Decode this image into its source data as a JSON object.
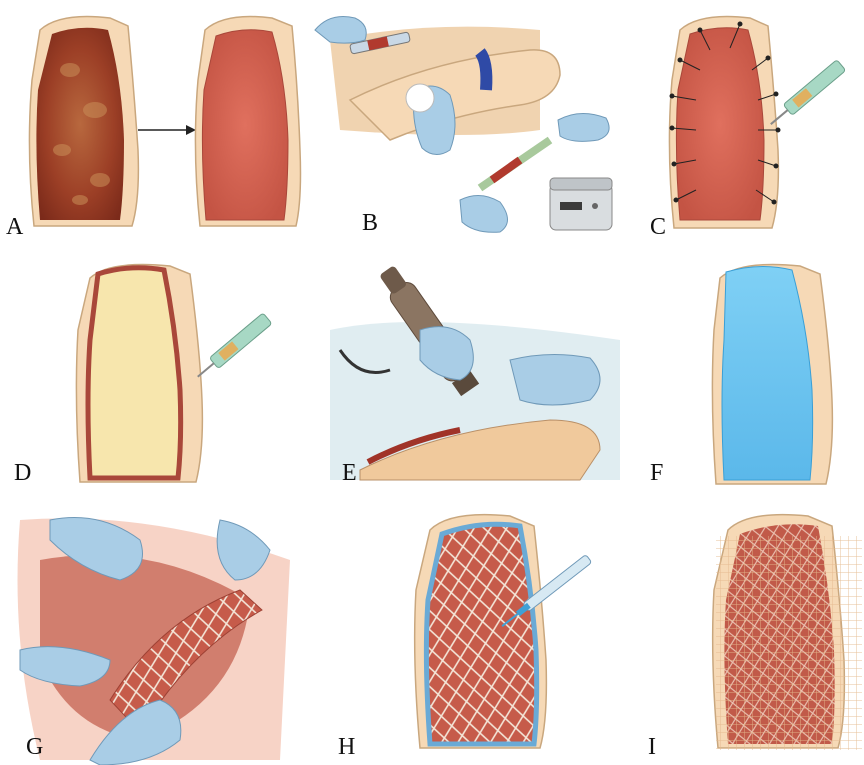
{
  "panels": [
    {
      "letter": "A"
    },
    {
      "letter": "B"
    },
    {
      "letter": "C"
    },
    {
      "letter": "D"
    },
    {
      "letter": "E"
    },
    {
      "letter": "F"
    },
    {
      "letter": "G"
    },
    {
      "letter": "H"
    },
    {
      "letter": "I"
    }
  ],
  "colors": {
    "skin": "#f6d9b6",
    "skin_outline": "#c9a77e",
    "wound_red": "#d46a5a",
    "wound_dark": "#8c3526",
    "yellow_gel": "#f7e6ad",
    "blue_dressing": "#6cc3ef",
    "glove_blue": "#a9cde6",
    "mesh_white": "#f4e6d8"
  }
}
